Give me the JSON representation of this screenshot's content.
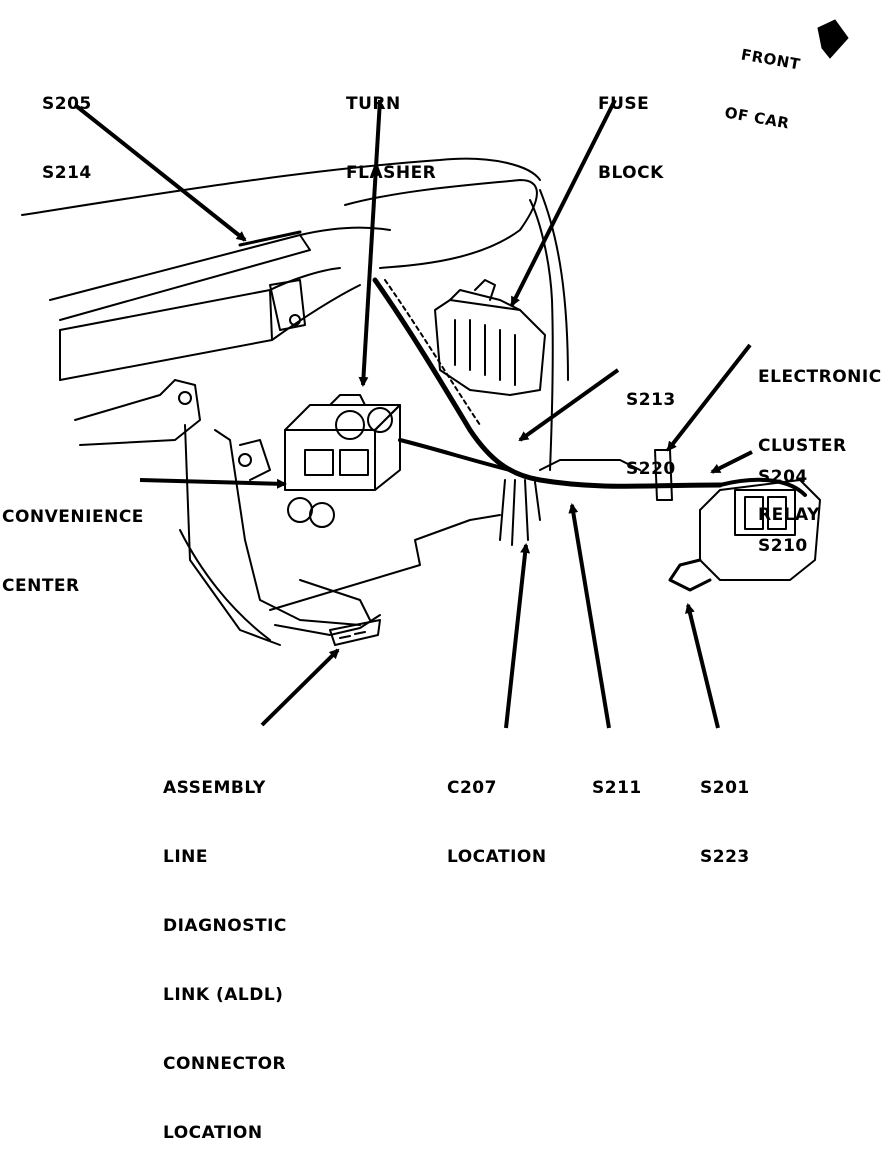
{
  "labels": {
    "front_of_car": [
      "FRONT",
      "OF CAR"
    ],
    "s205_s214": [
      "S205",
      "S214"
    ],
    "turn_flasher": [
      "TURN",
      "FLASHER"
    ],
    "fuse_block": [
      "FUSE",
      "BLOCK"
    ],
    "electronic_cluster_relay": [
      "ELECTRONIC",
      "CLUSTER",
      "RELAY"
    ],
    "s213_s220": [
      "S213",
      "S220"
    ],
    "s204_s210": [
      "S204",
      "S210"
    ],
    "convenience_center": [
      "CONVENIENCE",
      "CENTER"
    ],
    "aldl": [
      "ASSEMBLY",
      "LINE",
      "DIAGNOSTIC",
      "LINK (ALDL)",
      "CONNECTOR",
      "LOCATION"
    ],
    "c207": [
      "C207",
      "LOCATION"
    ],
    "s211": [
      "S211"
    ],
    "s201_s223": [
      "S201",
      "S223"
    ]
  },
  "colors": {
    "ink": "#000000",
    "paper": "#ffffff"
  }
}
